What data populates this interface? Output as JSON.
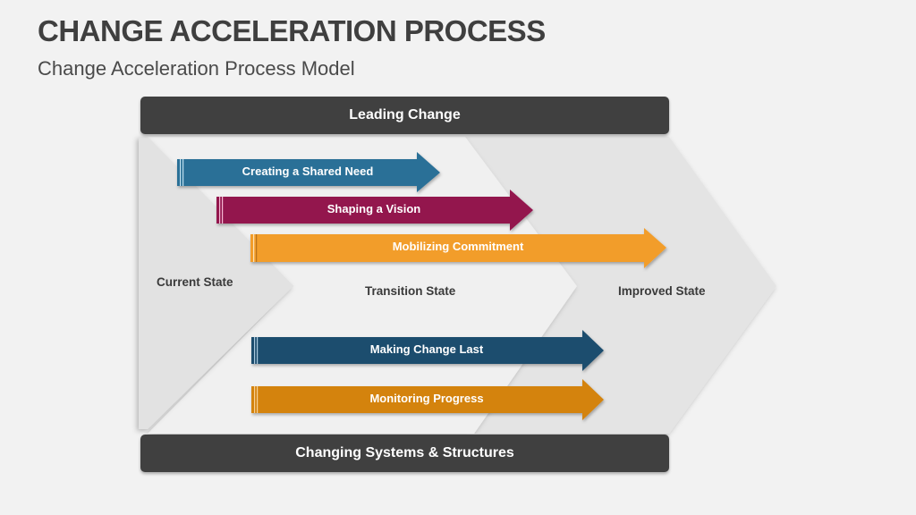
{
  "header": {
    "title": "CHANGE ACCELERATION PROCESS",
    "subtitle": "Change Acceleration Process Model"
  },
  "bars": {
    "top": "Leading Change",
    "bottom": "Changing Systems & Structures"
  },
  "states": [
    {
      "label": "Current State",
      "color": "#e2e2e2"
    },
    {
      "label": "Transition State",
      "color": "#efefef"
    },
    {
      "label": "Improved State",
      "color": "#e4e4e4"
    }
  ],
  "arrows": [
    {
      "label": "Creating a Shared Need",
      "color": "#2a6f97"
    },
    {
      "label": "Shaping a Vision",
      "color": "#93124e"
    },
    {
      "label": "Mobilizing Commitment",
      "color": "#f29d2a"
    },
    {
      "label": "Making Change Last",
      "color": "#1f4e6e"
    },
    {
      "label": "Monitoring Progress",
      "color": "#d4830f"
    }
  ],
  "colors": {
    "bar": "#404040",
    "background": "#f2f2f2"
  }
}
